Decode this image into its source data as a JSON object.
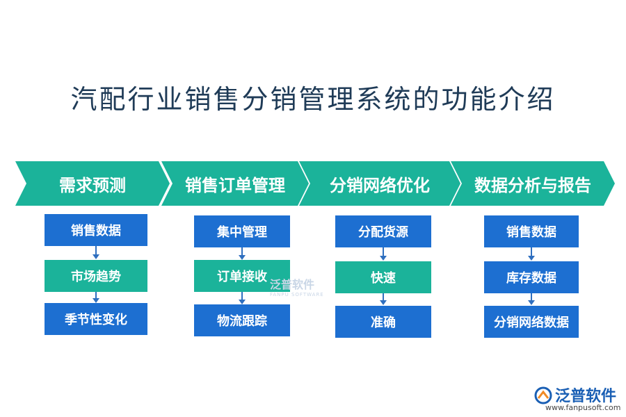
{
  "title": "汽配行业销售分销管理系统的功能介绍",
  "stages": [
    {
      "label": "需求预测",
      "items": [
        "销售数据",
        "市场趋势",
        "季节性变化"
      ]
    },
    {
      "label": "销售订单管理",
      "items": [
        "集中管理",
        "订单接收",
        "物流跟踪"
      ]
    },
    {
      "label": "分销网络优化",
      "items": [
        "分配货源",
        "快速",
        "准确"
      ]
    },
    {
      "label": "数据分析与报告",
      "items": [
        "销售数据",
        "库存数据",
        "分销网络数据"
      ]
    }
  ],
  "watermark": {
    "main": "泛普软件",
    "sub": "FANPU SOFTWARE"
  },
  "logo": {
    "name": "泛普软件",
    "url": "www.fanpusoft.com"
  },
  "colors": {
    "teal": "#1bb39a",
    "blue": "#1d6fd1",
    "title": "#1f3b57"
  }
}
